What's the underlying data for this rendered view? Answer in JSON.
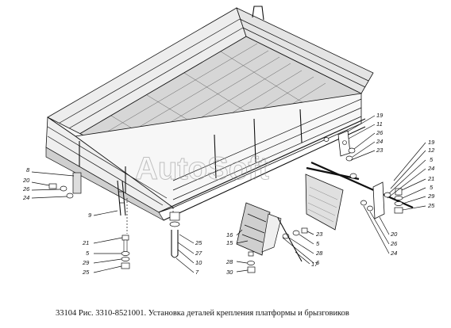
{
  "caption": "33104 Рис. 3310-8521001. Установка деталей крепления платформы и брызговиков",
  "watermark": "AutoSoft",
  "callouts": [
    {
      "id": "c8",
      "text": "8"
    },
    {
      "id": "c20a",
      "text": "20"
    },
    {
      "id": "c26a",
      "text": "26"
    },
    {
      "id": "c24a",
      "text": "24"
    },
    {
      "id": "c9",
      "text": "9"
    },
    {
      "id": "c21a",
      "text": "21"
    },
    {
      "id": "c5a",
      "text": "5"
    },
    {
      "id": "c29a",
      "text": "29"
    },
    {
      "id": "c25a",
      "text": "25"
    },
    {
      "id": "c25b",
      "text": "25"
    },
    {
      "id": "c27",
      "text": "27"
    },
    {
      "id": "c10",
      "text": "10"
    },
    {
      "id": "c7",
      "text": "7"
    },
    {
      "id": "c16",
      "text": "16"
    },
    {
      "id": "c15",
      "text": "15"
    },
    {
      "id": "c28a",
      "text": "28"
    },
    {
      "id": "c30",
      "text": "30"
    },
    {
      "id": "c23a",
      "text": "23"
    },
    {
      "id": "c5b",
      "text": "5"
    },
    {
      "id": "c28b",
      "text": "28"
    },
    {
      "id": "c6",
      "text": "6"
    },
    {
      "id": "c17",
      "text": "17"
    },
    {
      "id": "c19a",
      "text": "19"
    },
    {
      "id": "c11",
      "text": "11"
    },
    {
      "id": "c26b",
      "text": "26"
    },
    {
      "id": "c24b",
      "text": "24"
    },
    {
      "id": "c23b",
      "text": "23"
    },
    {
      "id": "c19b",
      "text": "19"
    },
    {
      "id": "c12",
      "text": "12"
    },
    {
      "id": "c5c",
      "text": "5"
    },
    {
      "id": "c24c",
      "text": "24"
    },
    {
      "id": "c21b",
      "text": "21"
    },
    {
      "id": "c5d",
      "text": "5"
    },
    {
      "id": "c29b",
      "text": "29"
    },
    {
      "id": "c25c",
      "text": "25"
    },
    {
      "id": "c20b",
      "text": "20"
    },
    {
      "id": "c26c",
      "text": "26"
    },
    {
      "id": "c24d",
      "text": "24"
    }
  ]
}
